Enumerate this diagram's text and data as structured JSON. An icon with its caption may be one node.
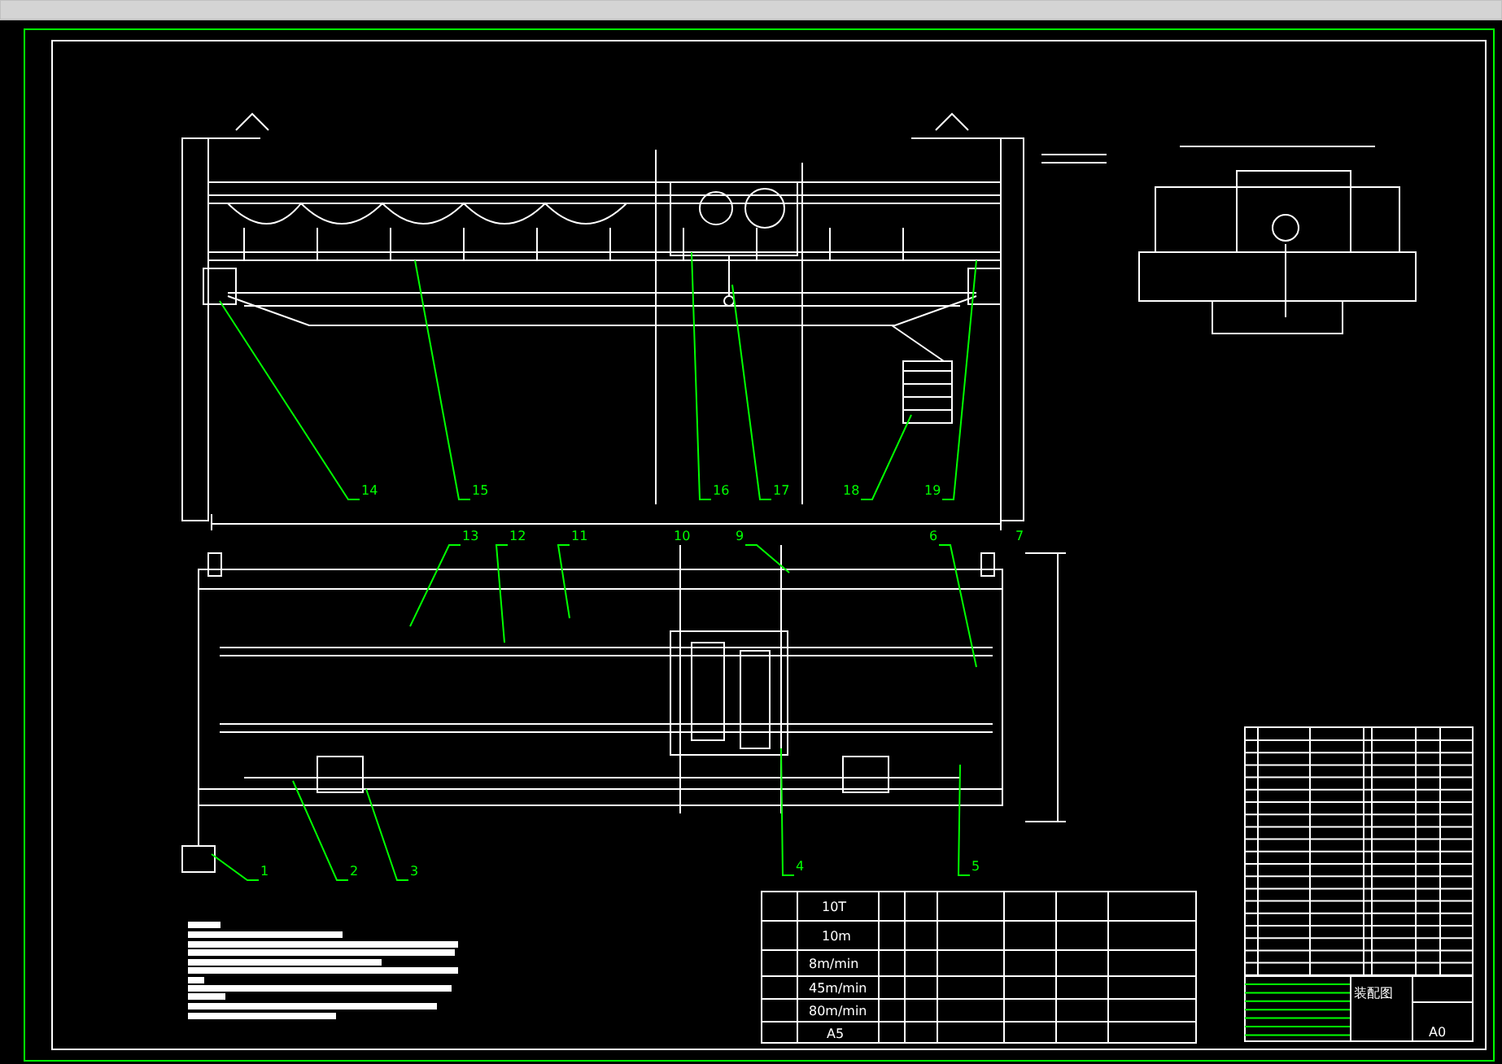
{
  "diagram": {
    "nodes": [
      {
        "text": [
          "14"
        ]
      },
      {
        "text": [
          "15"
        ]
      },
      {
        "text": [
          "16"
        ]
      },
      {
        "text": [
          "17"
        ]
      },
      {
        "text": [
          "18"
        ]
      },
      {
        "text": [
          "19"
        ]
      },
      {
        "text": [
          "13"
        ]
      },
      {
        "text": [
          "12"
        ]
      },
      {
        "text": [
          "11"
        ]
      },
      {
        "text": [
          "9"
        ]
      },
      {
        "text": [
          "6"
        ]
      },
      {
        "text": [
          "1"
        ]
      },
      {
        "text": [
          "2"
        ]
      },
      {
        "text": [
          "3"
        ]
      },
      {
        "text": [
          "4"
        ]
      },
      {
        "text": [
          "5"
        ]
      }
    ],
    "edges": [
      {
        "from": 0,
        "to": null,
        "arrow": "none"
      },
      {
        "from": 1,
        "to": null,
        "arrow": "none"
      },
      {
        "from": 2,
        "to": null,
        "arrow": "none"
      },
      {
        "from": 3,
        "to": null,
        "arrow": "none"
      },
      {
        "from": 4,
        "to": null,
        "arrow": "none"
      },
      {
        "from": 5,
        "to": null,
        "arrow": "none"
      },
      {
        "from": 6,
        "to": null,
        "arrow": "none"
      },
      {
        "from": 7,
        "to": null,
        "arrow": "none"
      },
      {
        "from": 8,
        "to": null,
        "arrow": "none"
      },
      {
        "from": 9,
        "to": null,
        "arrow": "none"
      },
      {
        "from": 10,
        "to": null,
        "arrow": "none"
      },
      {
        "from": 11,
        "to": null,
        "arrow": "none"
      },
      {
        "from": 12,
        "to": null,
        "arrow": "none"
      },
      {
        "from": 13,
        "to": null,
        "arrow": "none"
      },
      {
        "from": 14,
        "to": null,
        "arrow": "none"
      },
      {
        "from": 15,
        "to": null,
        "arrow": "none"
      }
    ],
    "labels": [
      "10",
      "7",
      "10T",
      "10m",
      "8m/min",
      "45m/min",
      "80m/min",
      "A5",
      "装配图",
      "A0"
    ]
  }
}
